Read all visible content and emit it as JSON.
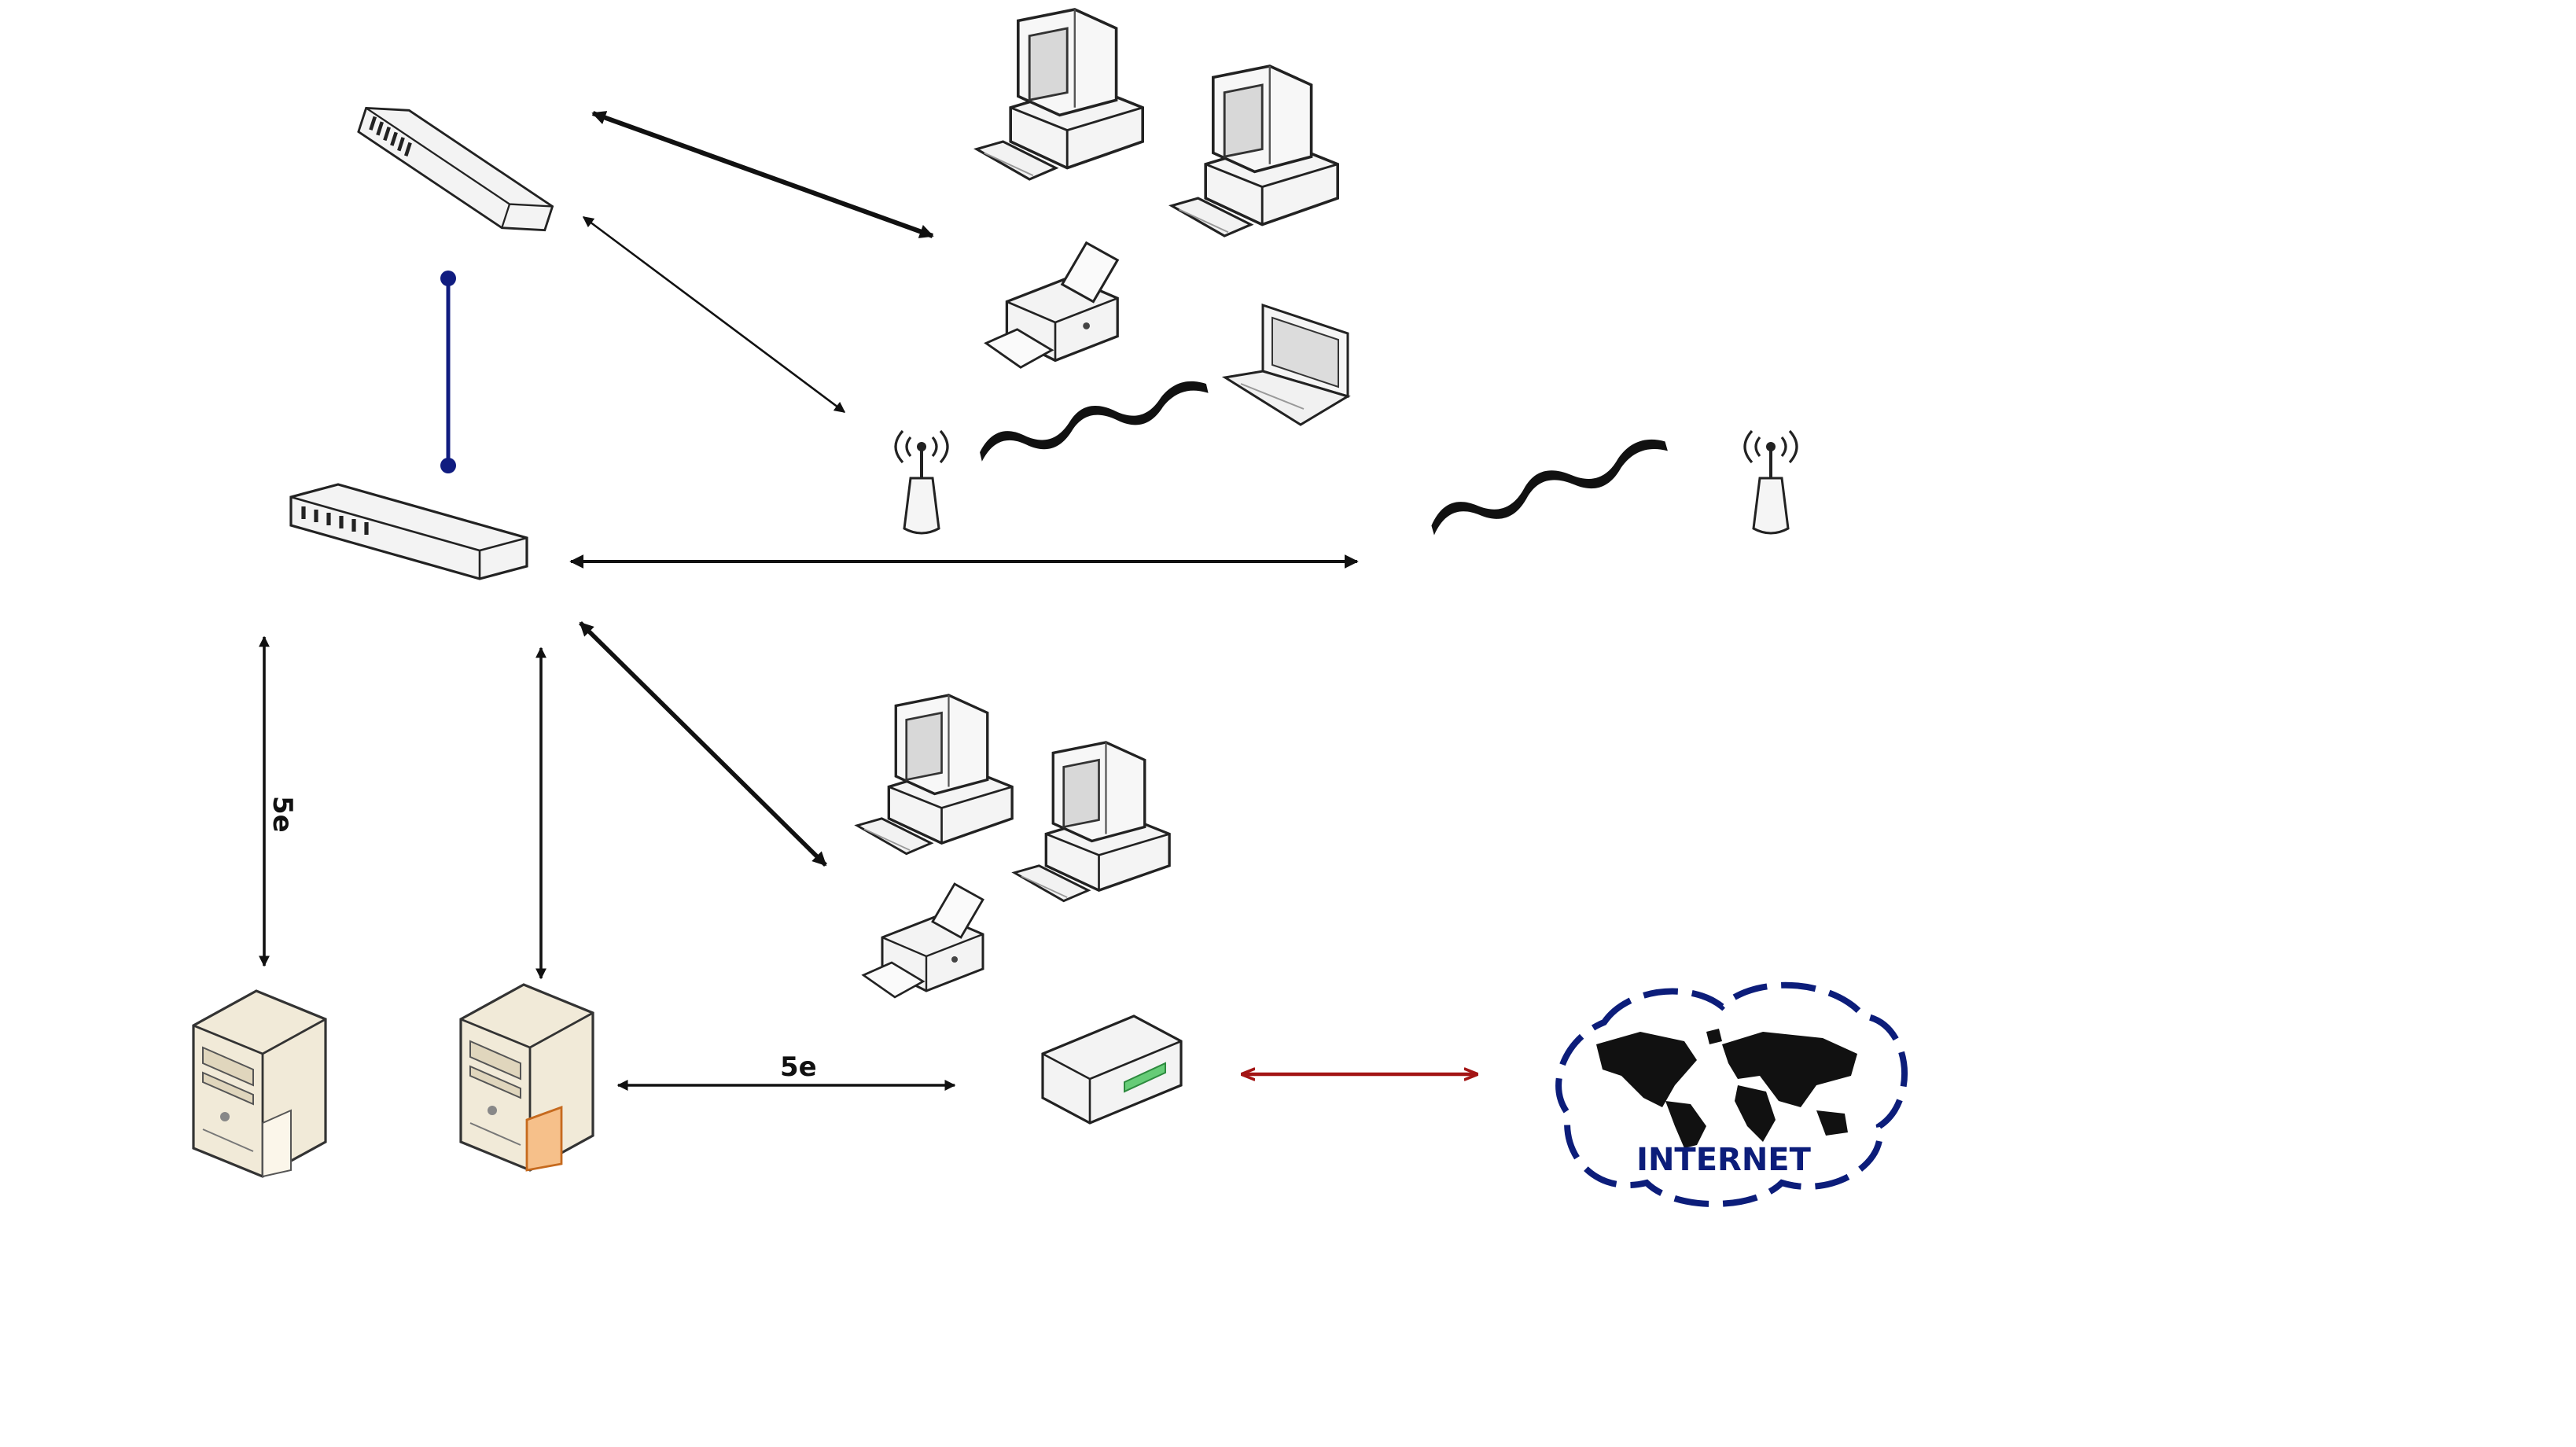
{
  "diagram": {
    "labels": {
      "cable_vertical": "5e",
      "cable_horizontal": "5e",
      "internet": "INTERNET"
    },
    "colors": {
      "link": "#111111",
      "stack_link": "#101c80",
      "wan_link": "#a31515",
      "cloud": "#0c1d7a"
    },
    "icons": {
      "top_switch": "network-switch-icon",
      "main_switch": "network-switch-icon",
      "access_point_1": "wireless-access-point-icon",
      "access_point_2": "wireless-access-point-icon",
      "desktops": "desktop-computer-icon",
      "printers": "printer-icon",
      "laptop": "laptop-icon",
      "servers": "server-tower-icon",
      "router": "router-icon",
      "internet": "internet-cloud-icon"
    }
  }
}
